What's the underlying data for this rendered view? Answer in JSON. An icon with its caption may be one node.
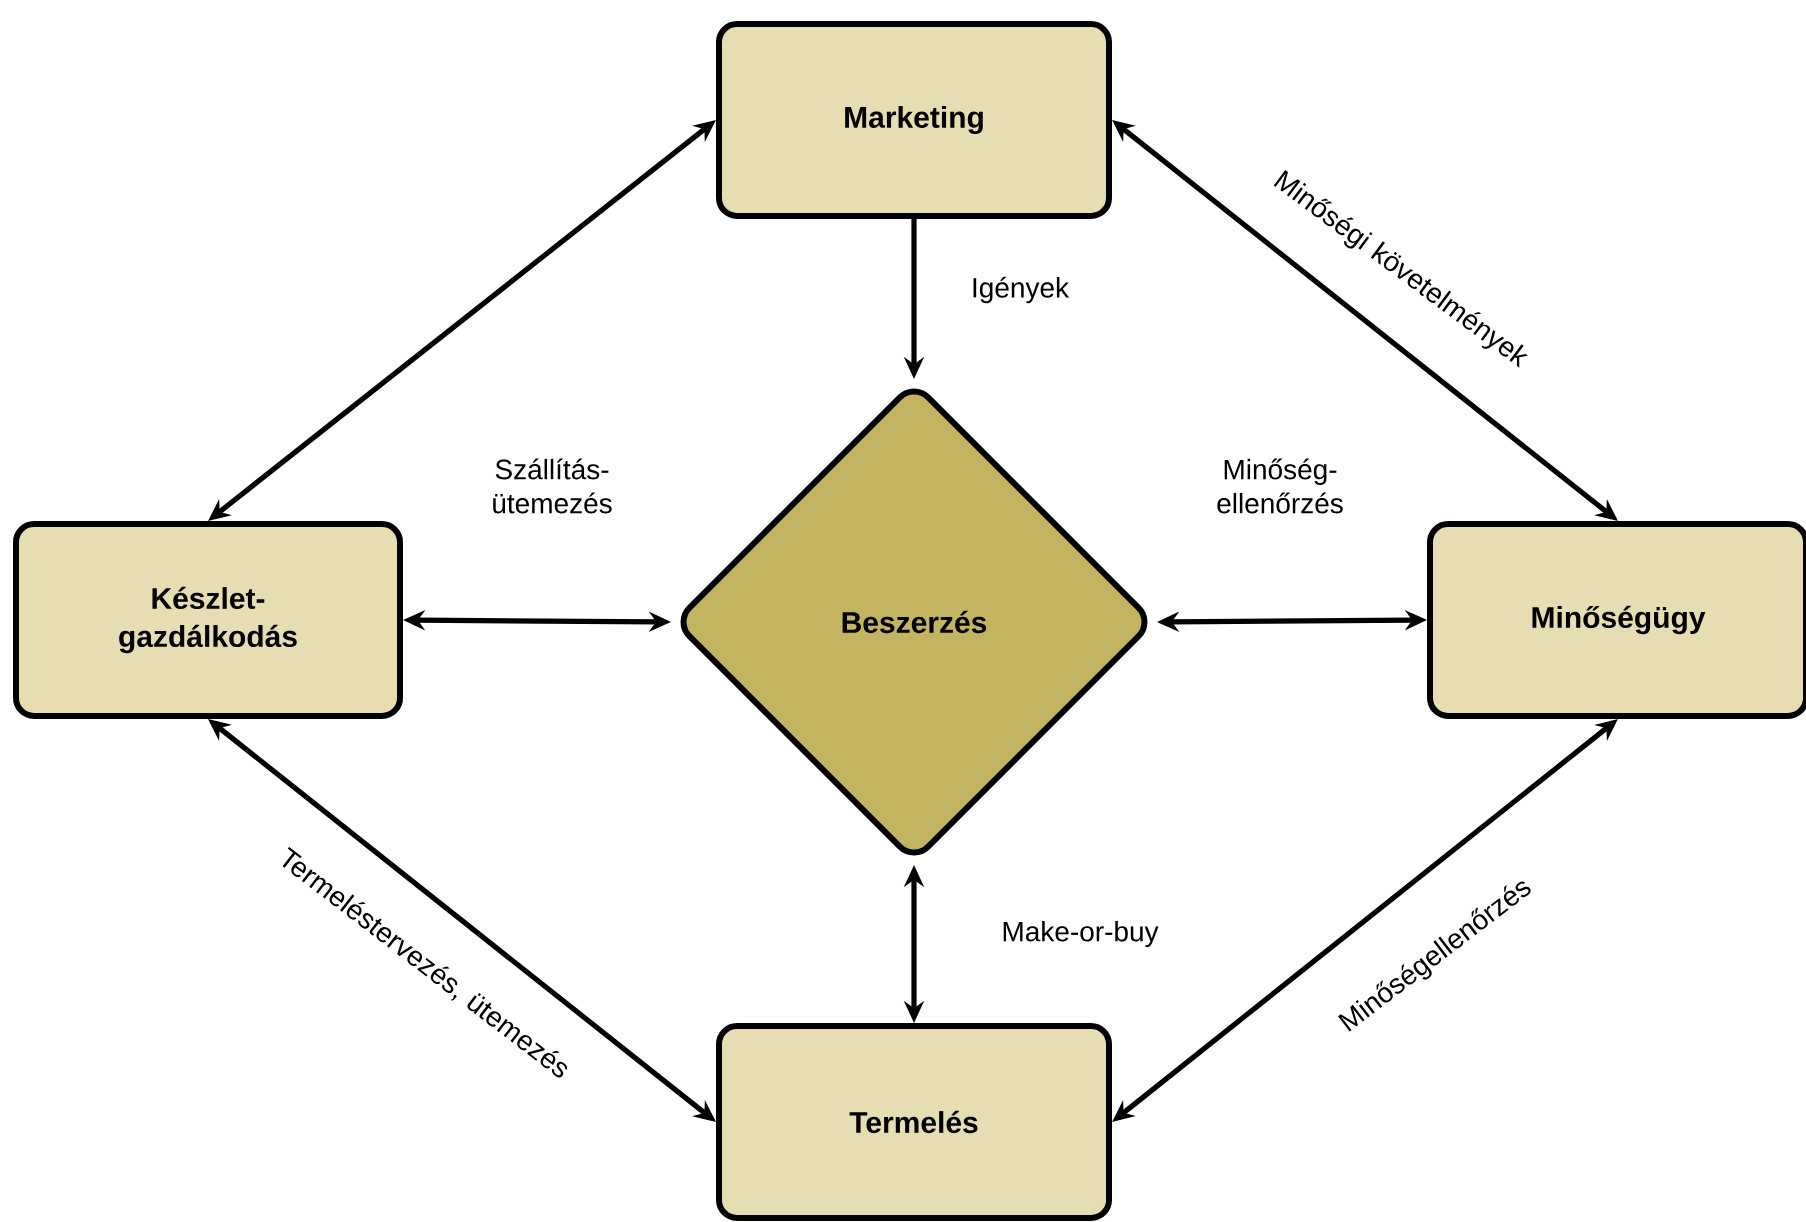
{
  "diagram": {
    "nodes": [
      {
        "text": [
          "Marketing"
        ]
      },
      {
        "text": [
          "Készlet-gazdálkodás"
        ]
      },
      {
        "text": [
          "Beszerzés"
        ]
      },
      {
        "text": [
          "Minőségügy"
        ]
      },
      {
        "text": [
          "Termelés"
        ]
      }
    ],
    "edges": [
      {
        "from": 0,
        "to": 2,
        "arrow": "to",
        "label": "Igények"
      },
      {
        "from": 1,
        "to": 2,
        "arrow": "both",
        "label": "Szállítás-ütemezés"
      },
      {
        "from": 2,
        "to": 3,
        "arrow": "both",
        "label": "Minőség-ellenőrzés"
      },
      {
        "from": 2,
        "to": 4,
        "arrow": "both",
        "label": "Make-or-buy"
      },
      {
        "from": 0,
        "to": 1,
        "arrow": "both"
      },
      {
        "from": 0,
        "to": 3,
        "arrow": "both",
        "label": "Minőségi követelmények"
      },
      {
        "from": 1,
        "to": 4,
        "arrow": "both",
        "label": "Termeléstervezés, ütemezés"
      },
      {
        "from": 3,
        "to": 4,
        "arrow": "both",
        "label": "Minőségellenőrzés"
      }
    ]
  }
}
